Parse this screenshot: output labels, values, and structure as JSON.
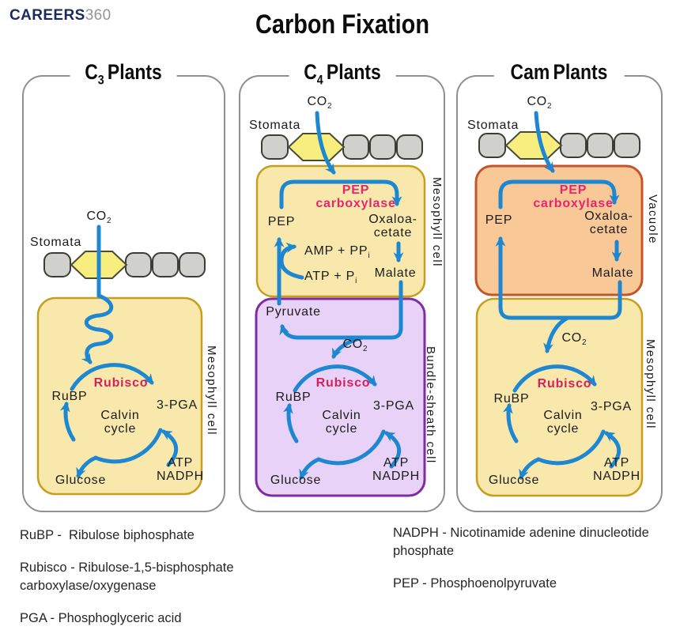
{
  "colors": {
    "arrow_blue": "#1d87d2",
    "enzyme_pink": "#e8256f",
    "rubisco_red": "#d7215d",
    "mesophyll_yellow_fill": "#f8e8ab",
    "mesophyll_yellow_border": "#c79f1f",
    "bundle_purple_fill": "#e9d2f7",
    "bundle_purple_border": "#7e2da3",
    "vacuole_orange_fill": "#f8c996",
    "vacuole_orange_border": "#c2552c",
    "stomata_gray": "#d0d0cc",
    "guard_cell_yellow": "#f8ee7f",
    "brand_navy": "#1b2a5e",
    "brand_gray": "#94949a"
  },
  "brand": {
    "name": "CAREERS",
    "suffix": "360"
  },
  "page_title": "Carbon Fixation",
  "panels": {
    "c3": {
      "title": {
        "b": "C",
        "s": "3",
        "r": "Plants"
      },
      "co2": {
        "b": "CO",
        "s": "2"
      },
      "stomata_label": "Stomata",
      "cell_label": "Mesophyll cell",
      "calvin": {
        "rubisco": "Rubisco",
        "rubp": "RuBP",
        "pga": "3-PGA",
        "cycle1": "Calvin",
        "cycle2": "cycle",
        "atp": "ATP",
        "nadph": "NADPH",
        "glucose": "Glucose"
      }
    },
    "c4": {
      "title": {
        "b": "C",
        "s": "4",
        "r": "Plants"
      },
      "co2_top": {
        "b": "CO",
        "s": "2"
      },
      "stomata_label": "Stomata",
      "enzyme": {
        "l1": "PEP",
        "l2": "carboxylase"
      },
      "pep": "PEP",
      "oxaloacetate": {
        "l1": "Oxaloa-",
        "l2": "cetate"
      },
      "amp_ppi": {
        "b": "AMP + PP",
        "s": "i"
      },
      "atp_pi": {
        "b": "ATP + P",
        "s": "i"
      },
      "malate": "Malate",
      "pyruvate": "Pyruvate",
      "co2_inner": {
        "b": "CO",
        "s": "2"
      },
      "mesophyll_label": "Mesophyll cell",
      "bundle_label": "Bundle-sheath cell",
      "calvin": {
        "rubisco": "Rubisco",
        "rubp": "RuBP",
        "pga": "3-PGA",
        "cycle1": "Calvin",
        "cycle2": "cycle",
        "atp": "ATP",
        "nadph": "NADPH",
        "glucose": "Glucose"
      }
    },
    "cam": {
      "title": {
        "b": "Cam",
        "s": "",
        "r": "Plants"
      },
      "co2_top": {
        "b": "CO",
        "s": "2"
      },
      "stomata_label": "Stomata",
      "enzyme": {
        "l1": "PEP",
        "l2": "carboxylase"
      },
      "pep": "PEP",
      "oxaloacetate": {
        "l1": "Oxaloa-",
        "l2": "cetate"
      },
      "malate": "Malate",
      "co2_inner": {
        "b": "CO",
        "s": "2"
      },
      "vacuole_label": "Vacuole",
      "mesophyll_label": "Mesophyll cell",
      "calvin": {
        "rubisco": "Rubisco",
        "rubp": "RuBP",
        "pga": "3-PGA",
        "cycle1": "Calvin",
        "cycle2": "cycle",
        "atp": "ATP",
        "nadph": "NADPH",
        "glucose": "Glucose"
      }
    }
  },
  "legend": {
    "left": [
      "RuBP -  Ribulose biphosphate",
      "Rubisco - Ribulose-1,5-bisphosphate carboxylase/oxygenase",
      "PGA - Phosphoglyceric acid"
    ],
    "right": [
      "NADPH - Nicotinamide adenine dinucleotide phosphate",
      "PEP - Phosphoenolpyruvate"
    ]
  }
}
